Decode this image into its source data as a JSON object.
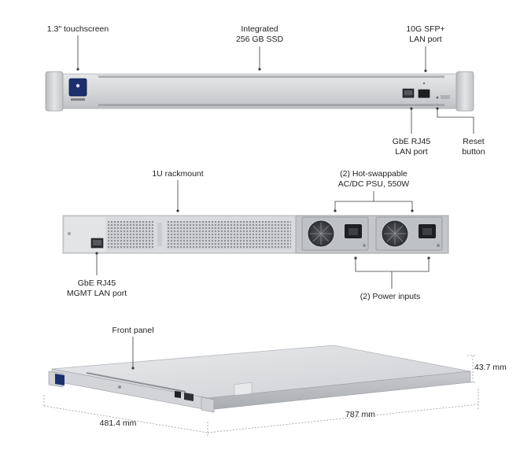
{
  "front_view": {
    "touchscreen_label": "1.3\" touchscreen",
    "ssd_label_line1": "Integrated",
    "ssd_label_line2": "256 GB SSD",
    "sfp_label_line1": "10G SFP+",
    "sfp_label_line2": "LAN port",
    "rj45_label_line1": "GbE RJ45",
    "rj45_label_line2": "LAN port",
    "reset_label_line1": "Reset",
    "reset_label_line2": "button"
  },
  "rear_view": {
    "rackmount_label": "1U rackmount",
    "psu_label_line1": "(2) Hot-swappable",
    "psu_label_line2": "AC/DC PSU, 550W",
    "mgmt_label_line1": "GbE RJ45",
    "mgmt_label_line2": "MGMT LAN port",
    "power_inputs_label": "(2) Power inputs"
  },
  "iso_view": {
    "front_panel_label": "Front panel",
    "height_label": "43.7 mm",
    "width_label": "481.4 mm",
    "depth_label": "787 mm"
  },
  "colors": {
    "chassis_light": "#d9dadc",
    "chassis_mid": "#c4c6c9",
    "chassis_dark": "#9ea1a5",
    "screen_blue": "#1f3a8a"
  }
}
